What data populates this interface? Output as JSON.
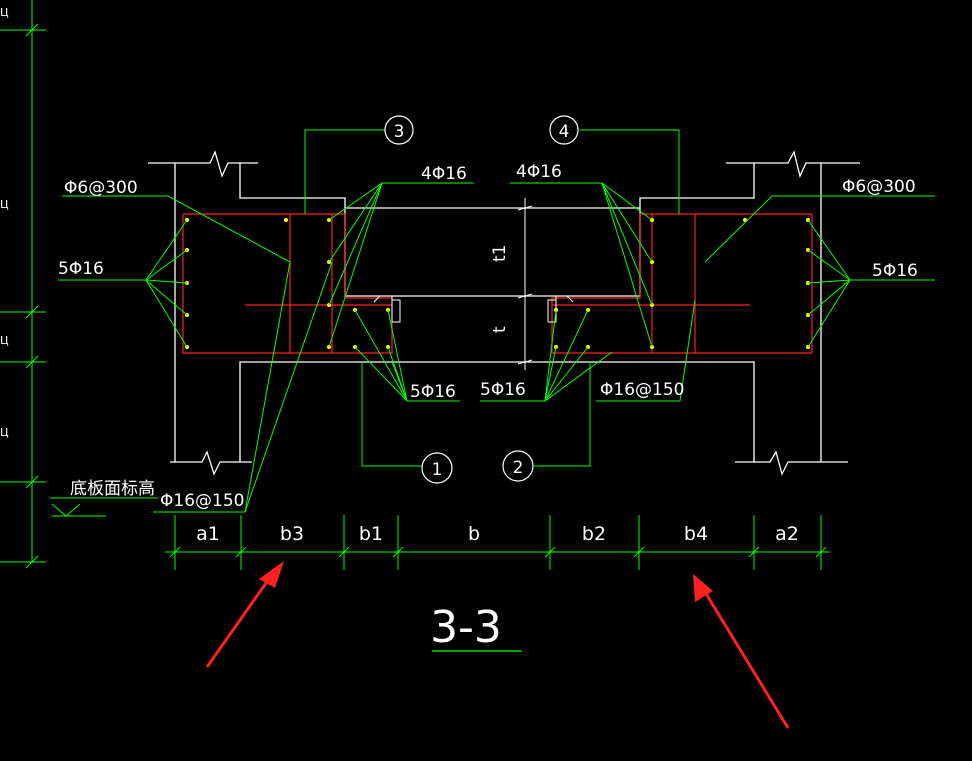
{
  "drawing": {
    "section_title": "3-3",
    "slab_elevation_label": "底板面标高",
    "rebar_labels": {
      "stirrup_left": "Φ6@300",
      "stirrup_right": "Φ6@300",
      "top_left": "4Φ16",
      "top_right": "4Φ16",
      "side_left": "5Φ16",
      "side_right": "5Φ16",
      "bottom_left": "5Φ16",
      "bottom_right": "5Φ16",
      "spacing_right": "Φ16@150",
      "spacing_left": "Φ16@150"
    },
    "detail_markers": [
      "1",
      "2",
      "3",
      "4"
    ],
    "thickness_labels": [
      "t1",
      "t"
    ],
    "dimension_labels": [
      "a1",
      "b3",
      "b1",
      "b",
      "b2",
      "b4",
      "a2"
    ],
    "side_fragments": [
      "Ц",
      "Ц",
      "Ц",
      "Ц"
    ],
    "colors": {
      "background": "#000000",
      "structure": "#ffffff",
      "leader": "#00ff00",
      "section_outline": "#ff2020",
      "rebar": "#ffff00",
      "annotation_arrow": "#ff2020"
    }
  }
}
